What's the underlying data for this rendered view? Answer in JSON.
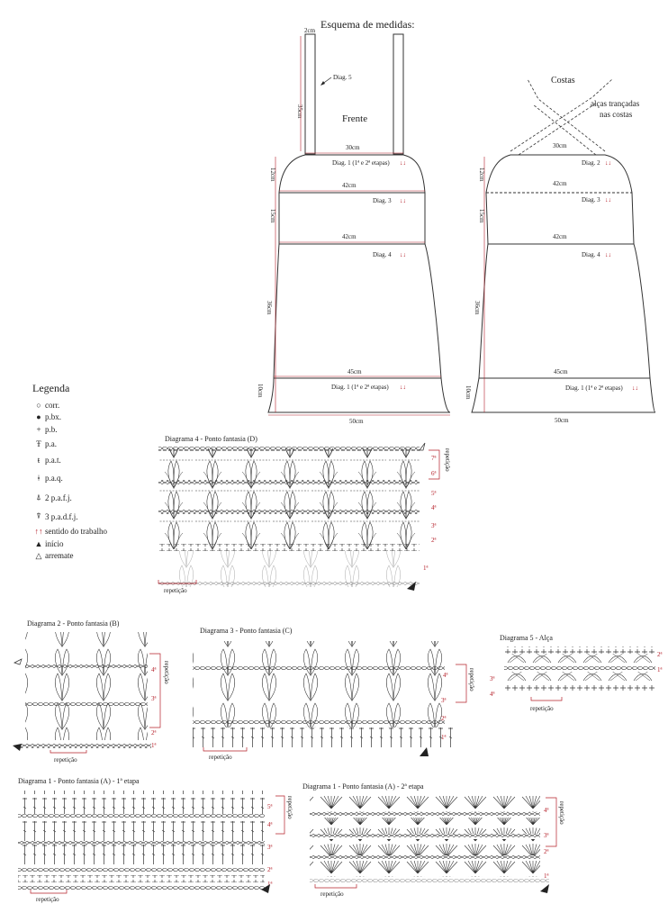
{
  "title": "Esquema de medidas:",
  "front": {
    "label": "Frente",
    "strap_w": "2cm",
    "strap_h": "35cm",
    "strap_diag": "Diag. 5",
    "w1": "30cm",
    "diag1": "Diag. 1 (1ª e 2ª etapas)",
    "h1": "12cm",
    "w2": "42cm",
    "diag2": "Diag. 3",
    "h2": "15cm",
    "w3": "42cm",
    "diag3": "Diag. 4",
    "h3": "36cm",
    "w4": "45cm",
    "diag4": "Diag. 1 (1ª e 2ª etapas)",
    "h4": "10cm",
    "w5": "50cm"
  },
  "back": {
    "label": "Costas",
    "note_line1": "alças trançadas",
    "note_line2": "nas costas",
    "w1": "30cm",
    "diag1": "Diag. 2",
    "h1": "12cm",
    "w2": "42cm",
    "diag2": "Diag. 3",
    "h2": "15cm",
    "w3": "42cm",
    "diag3": "Diag. 4",
    "h3": "36cm",
    "w4": "45cm",
    "diag4": "Diag. 1 (1ª e 2ª etapas)",
    "h4": "10cm",
    "w5": "50cm"
  },
  "legend": {
    "title": "Legenda",
    "items": [
      {
        "sym": "○",
        "label": "corr."
      },
      {
        "sym": "●",
        "label": "p.bx."
      },
      {
        "sym": "+",
        "label": "p.b."
      },
      {
        "sym": "Ŧ",
        "label": "p.a."
      },
      {
        "sym": "ŧ",
        "label": "p.a.t."
      },
      {
        "sym": "ǂ",
        "label": "p.a.q."
      },
      {
        "sym": "⍋",
        "label": "2 p.a.f.j."
      },
      {
        "sym": "⍒",
        "label": "3 p.a.d.f.j."
      },
      {
        "sym": "↑↑",
        "label": "sentido do trabalho"
      },
      {
        "sym": "▲",
        "label": "início"
      },
      {
        "sym": "△",
        "label": "arremate"
      }
    ]
  },
  "diagrams": {
    "d4": {
      "title": "Diagrama 4 - Ponto fantasia (D)",
      "rows": [
        "7ª",
        "6ª",
        "5ª",
        "4ª",
        "3ª",
        "2ª",
        "1ª"
      ],
      "repeat": "repetição"
    },
    "d2": {
      "title": "Diagrama 2 - Ponto fantasia (B)",
      "rows": [
        "4ª",
        "3ª",
        "2ª",
        "1ª"
      ],
      "repeat": "repetição"
    },
    "d3": {
      "title": "Diagrama 3 - Ponto fantasia (C)",
      "rows": [
        "4ª",
        "3ª",
        "2ª",
        "1ª"
      ],
      "repeat": "repetição"
    },
    "d5": {
      "title": "Diagrama 5 - Alça",
      "rows": [
        "2ª",
        "1ª",
        "3ª",
        "4ª"
      ],
      "repeat": "repetição"
    },
    "d1a": {
      "title": "Diagrama 1 - Ponto fantasia (A) - 1ª etapa",
      "rows": [
        "5ª",
        "4ª",
        "3ª",
        "2ª",
        "1ª"
      ],
      "repeat": "repetição"
    },
    "d1b": {
      "title": "Diagrama 1 - Ponto fantasia (A) - 2ª etapa",
      "rows": [
        "4ª",
        "3ª",
        "2ª",
        "1ª"
      ],
      "repeat": "repetição"
    }
  }
}
